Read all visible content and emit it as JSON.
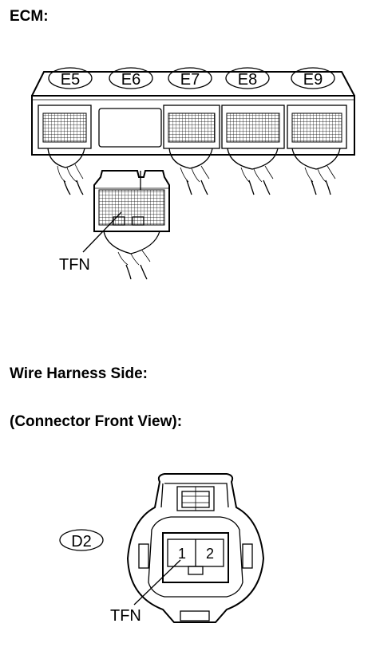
{
  "headings": {
    "ecm": "ECM:",
    "wire_harness_side": "Wire Harness Side:",
    "connector_front_view": "(Connector Front View):"
  },
  "ecm_connectors": [
    "E5",
    "E6",
    "E7",
    "E8",
    "E9"
  ],
  "ecm_terminal_label": "TFN",
  "d2_connector": {
    "code": "D2",
    "pins": [
      "1",
      "2"
    ],
    "terminal_label": "TFN"
  }
}
